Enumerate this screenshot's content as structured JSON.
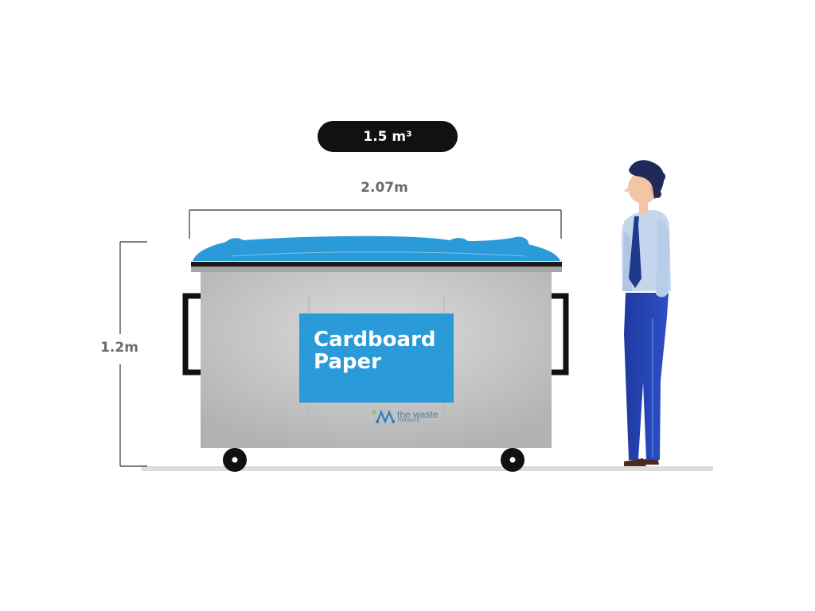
{
  "capacity_label": "1.5 m³",
  "width_label": "2.07m",
  "height_label": "1.2m",
  "sign": {
    "line1": "Cardboard",
    "line2": "Paper"
  },
  "logo": {
    "name": "the waste",
    "sub": "network"
  },
  "icons": {
    "bin": "waste-bin-illustration",
    "person": "person-illustration",
    "logo_mark": "waste-network-logo-icon"
  },
  "colors": {
    "pill": "#111111",
    "lid": "#2a9ad8",
    "sign": "#2a9ad8",
    "body": "#c4c4c4",
    "label_text": "#6b6b6b",
    "logo_green": "#8cc63f"
  }
}
